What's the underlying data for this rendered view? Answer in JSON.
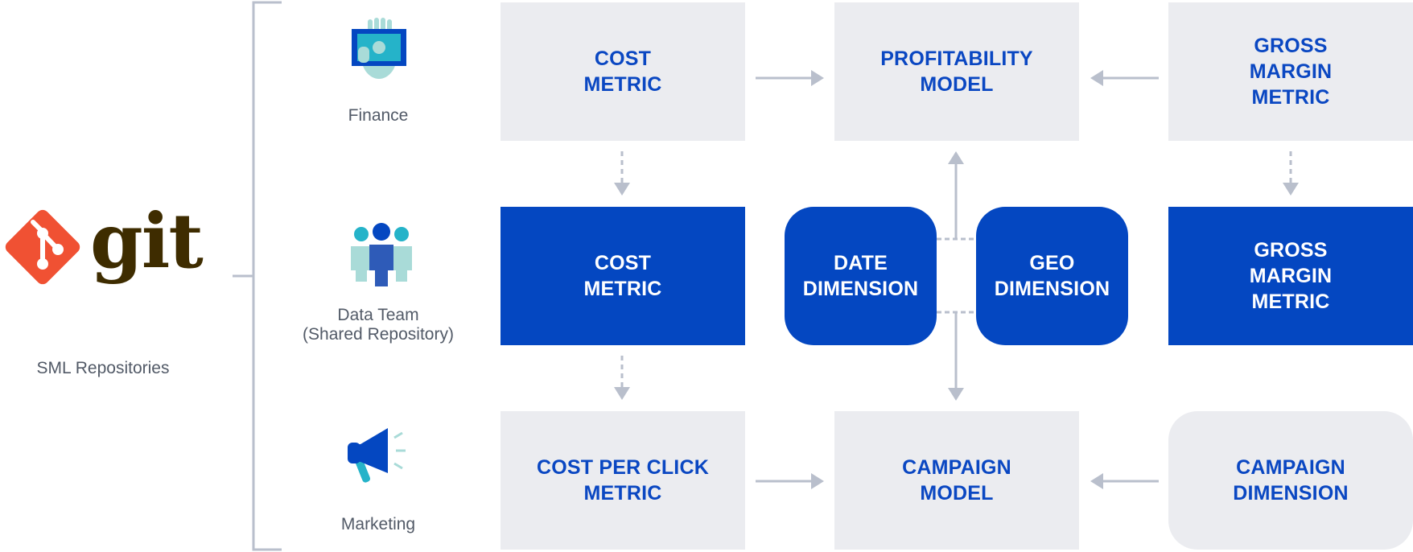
{
  "repo": {
    "logo_text": "git",
    "caption": "SML Repositories"
  },
  "teams": [
    {
      "label": "Finance",
      "icon": "money-hand-icon"
    },
    {
      "label": "Data Team\n(Shared Repository)",
      "icon": "team-people-icon"
    },
    {
      "label": "Marketing",
      "icon": "megaphone-icon"
    }
  ],
  "boxes": {
    "finance_cost_metric": "COST\nMETRIC",
    "profitability_model": "PROFITABILITY\nMODEL",
    "finance_gross_margin_metric": "GROSS\nMARGIN\nMETRIC",
    "data_cost_metric": "COST\nMETRIC",
    "date_dimension": "DATE\nDIMENSION",
    "geo_dimension": "GEO\nDIMENSION",
    "data_gross_margin_metric": "GROSS\nMARGIN\nMETRIC",
    "cost_per_click_metric": "COST PER CLICK\nMETRIC",
    "campaign_model": "CAMPAIGN\nMODEL",
    "campaign_dimension": "CAMPAIGN\nDIMENSION"
  },
  "colors": {
    "primary_blue": "#0447c1",
    "light_box": "#ebecf0",
    "light_box_text": "#0a47c2",
    "connector_gray": "#b9bfcc",
    "git_orange": "#f05133",
    "git_brown": "#3e2c00",
    "label_gray": "#525a67"
  }
}
